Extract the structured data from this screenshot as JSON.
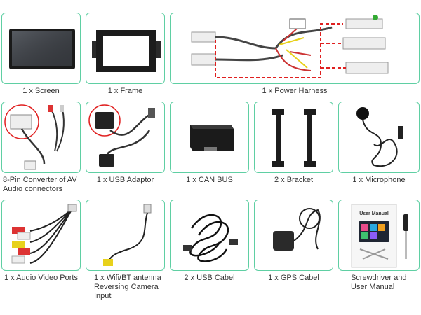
{
  "items": [
    {
      "name": "screen",
      "caption": "1 x Screen"
    },
    {
      "name": "frame",
      "caption": "1 x Frame"
    },
    {
      "name": "power-harness",
      "caption": "1 x Power Harness"
    },
    {
      "name": "converter",
      "caption": "8-Pin Converter of AV Audio connectors"
    },
    {
      "name": "usb-adaptor",
      "caption": "1 x USB Adaptor"
    },
    {
      "name": "can-bus",
      "caption": "1 x CAN BUS"
    },
    {
      "name": "bracket",
      "caption": "2 x Bracket"
    },
    {
      "name": "microphone",
      "caption": "1 x Microphone"
    },
    {
      "name": "audio-video-ports",
      "caption": "1 x Audio Video Ports"
    },
    {
      "name": "wifi-antenna",
      "caption": "1 x Wifi/BT antenna Reversing Camera Input"
    },
    {
      "name": "usb-cable",
      "caption": "2 x USB Cabel"
    },
    {
      "name": "gps-cable",
      "caption": "1 x GPS Cabel"
    },
    {
      "name": "screwdriver-manual",
      "caption": "Screwdriver and User Manual",
      "manual_title": "User Manual"
    }
  ],
  "colors": {
    "border": "#5fcfa3",
    "highlight": "#e02020",
    "dashed": "#e02020"
  }
}
